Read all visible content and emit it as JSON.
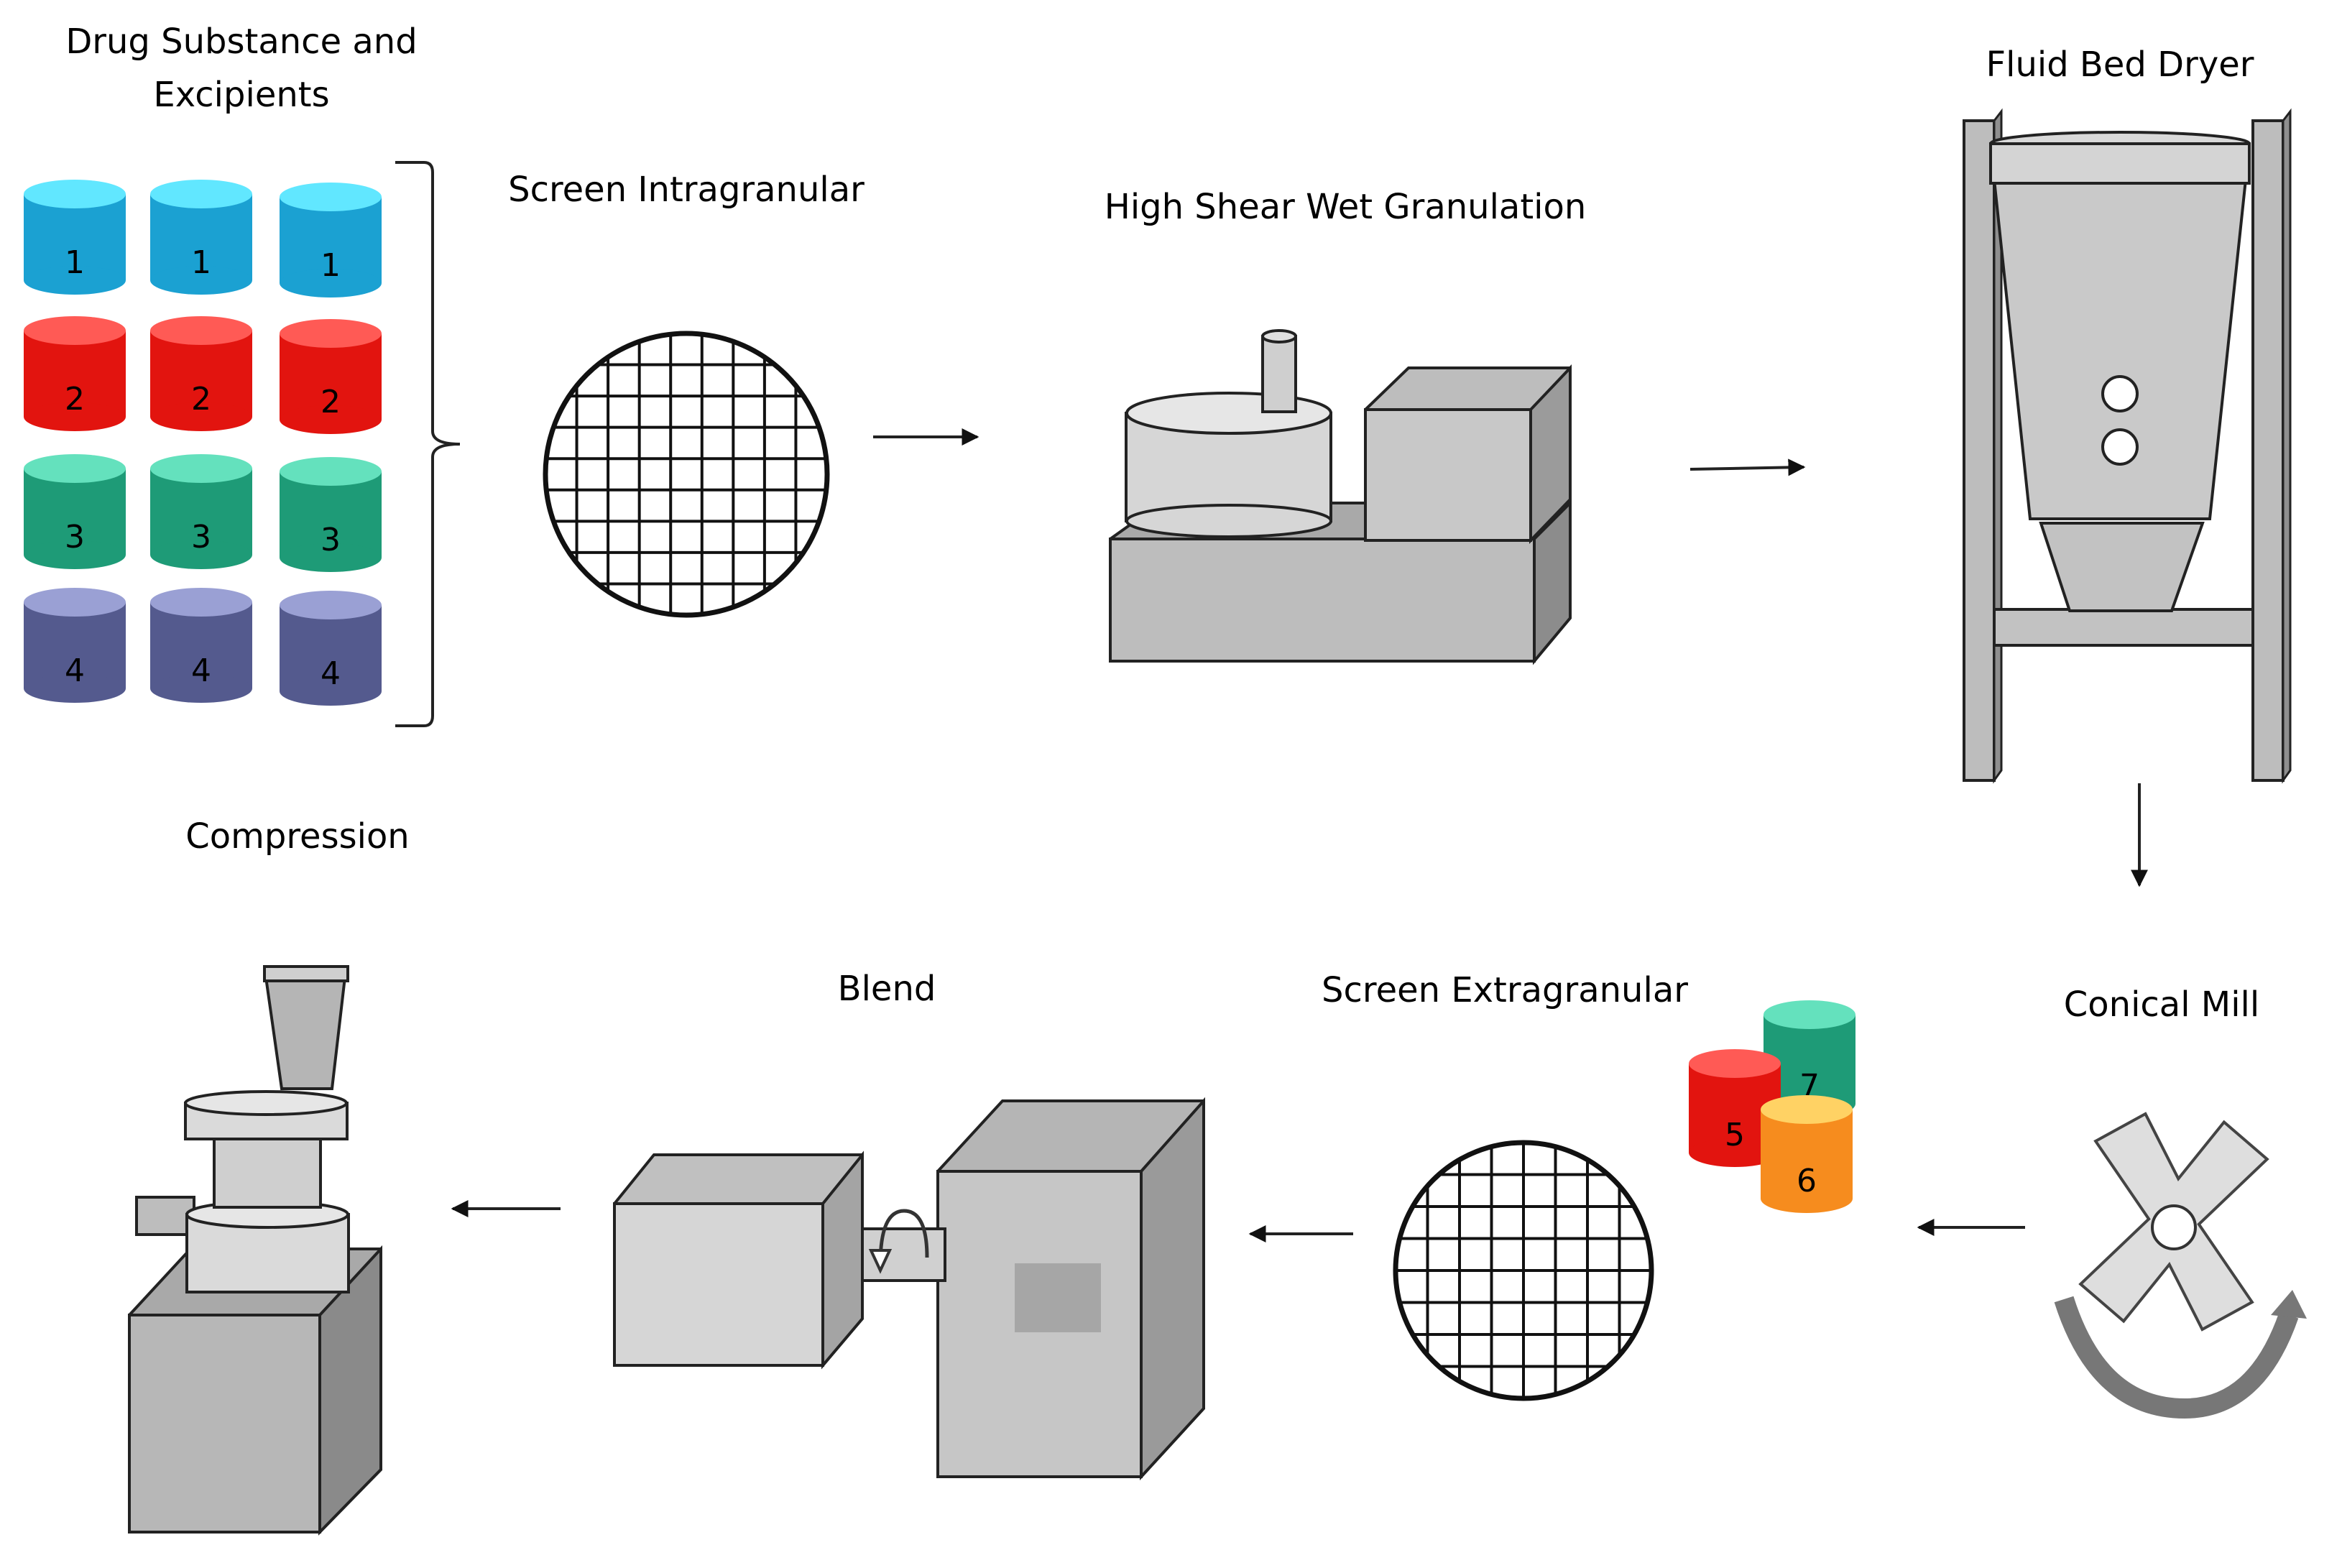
{
  "steps": {
    "dispense": "Drug Substance and",
    "dispense2": "Excipients",
    "screen_intra": "Screen Intragranular",
    "wet_gran": "High Shear Wet Granulation",
    "dryer": "Fluid Bed Dryer",
    "mill": "Conical Mill",
    "screen_extra": "Screen Extragranular",
    "blend": "Blend",
    "compression": "Compression"
  },
  "intragranular": [
    {
      "label": "1",
      "color": "#1ba1d2"
    },
    {
      "label": "2",
      "color": "#e2140f"
    },
    {
      "label": "3",
      "color": "#1e9b77"
    },
    {
      "label": "4",
      "color": "#545a8e"
    }
  ],
  "extragranular": [
    {
      "label": "7",
      "color": "#1e9b77"
    },
    {
      "label": "5",
      "color": "#e2140f"
    },
    {
      "label": "6",
      "color": "#f68c1e"
    }
  ],
  "colors": {
    "equipment_light": "#d9d9d9",
    "equipment_mid": "#bfbfbf",
    "equipment_dark": "#9a9a9a",
    "outline": "#222222"
  }
}
